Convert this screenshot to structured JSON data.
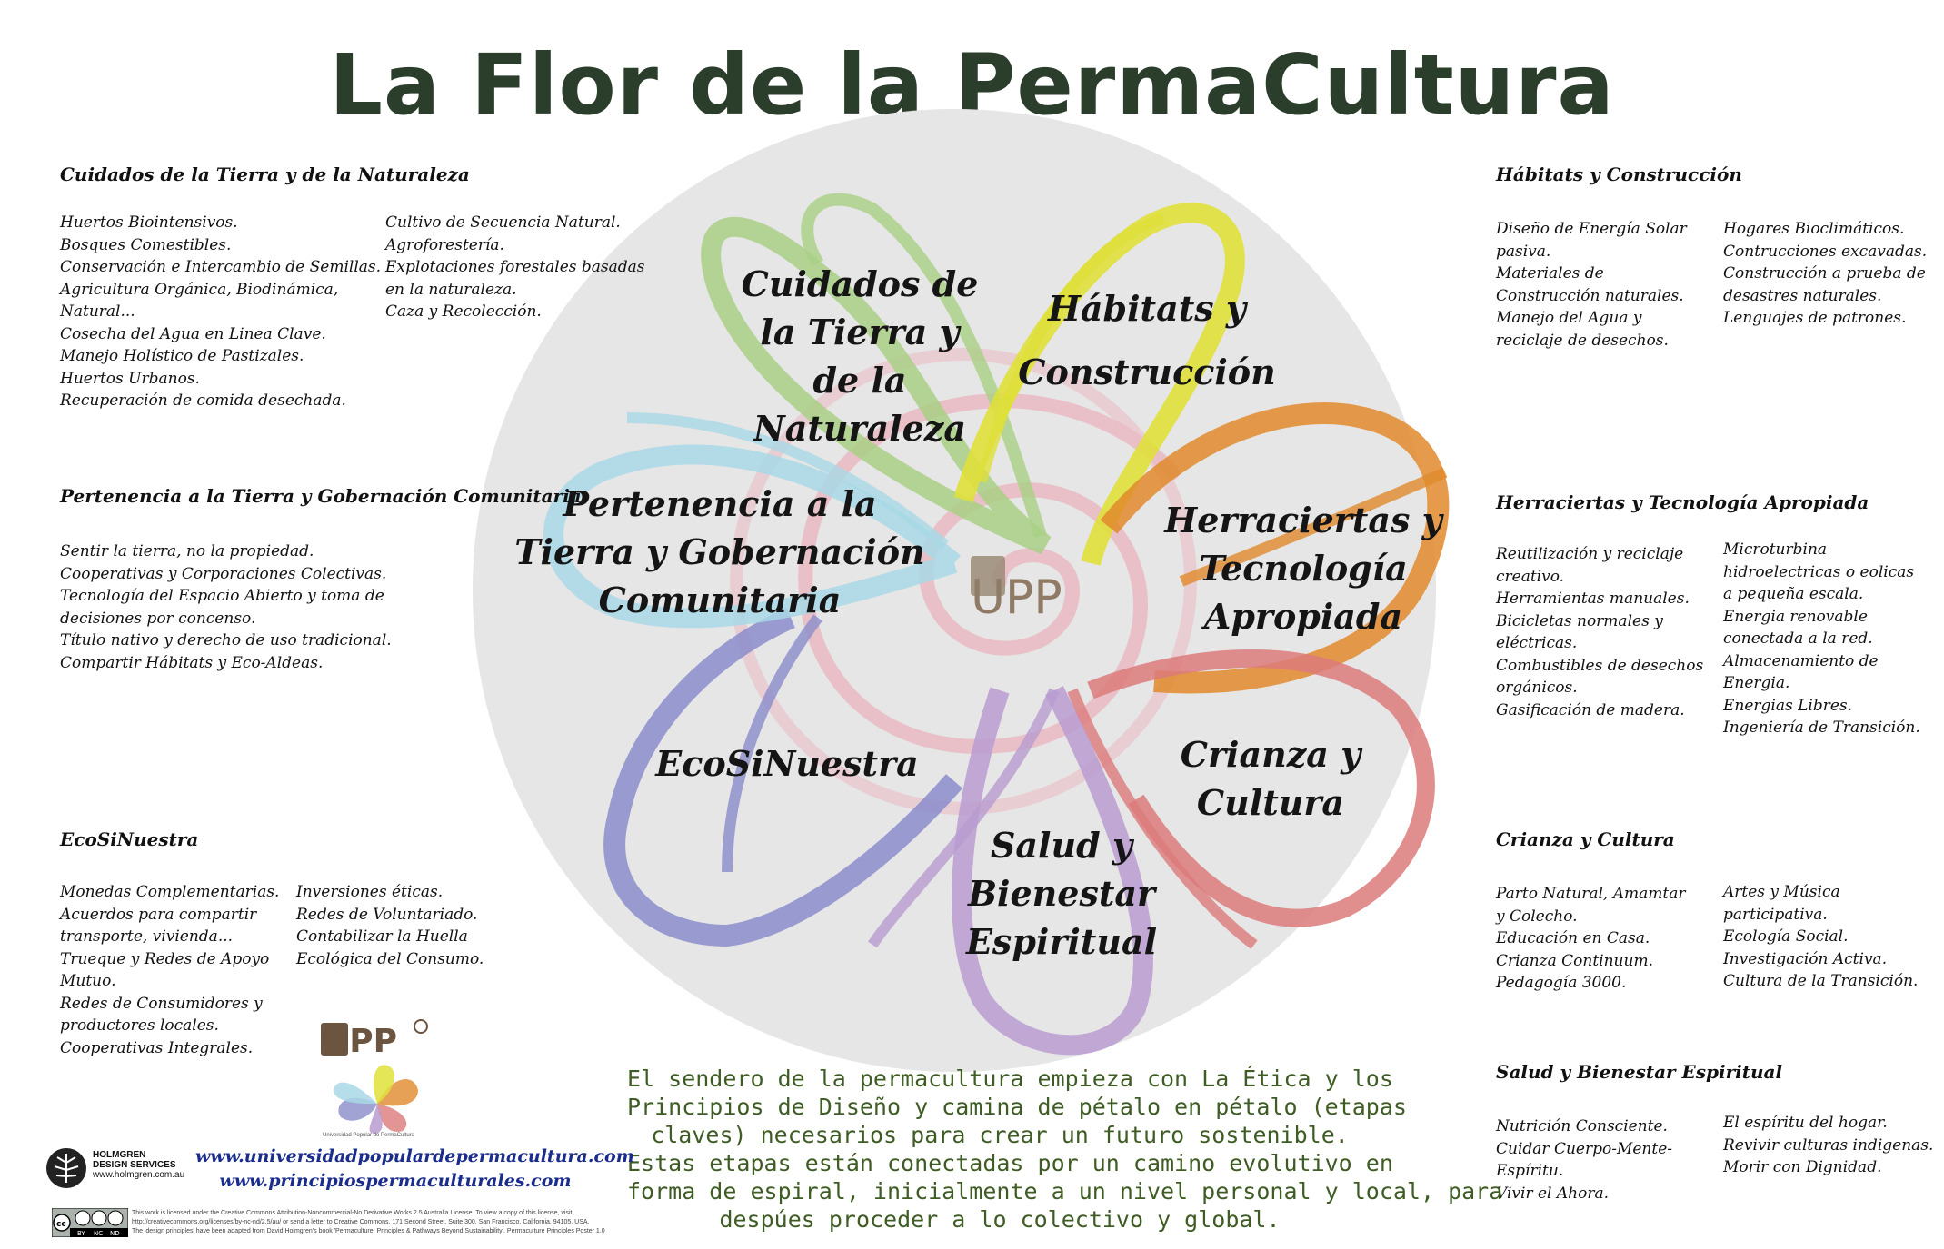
{
  "title": "La Flor de la PermaCultura",
  "center_logo": "UPP",
  "petals": [
    {
      "name": "cuidados",
      "label_lines": [
        "Cuidados de",
        "la Tierra y",
        "de la",
        "Naturaleza"
      ],
      "color": "#a9cf85"
    },
    {
      "name": "habitats",
      "label_lines": [
        "Hábitats y",
        "Construcción"
      ],
      "color": "#dfe03a"
    },
    {
      "name": "herraciertas",
      "label_lines": [
        "Herraciertas y",
        "Tecnología",
        "Apropiada"
      ],
      "color": "#e08a2c"
    },
    {
      "name": "crianza",
      "label_lines": [
        "Crianza y",
        "Cultura"
      ],
      "color": "#dc7a7a"
    },
    {
      "name": "salud",
      "label_lines": [
        "Salud y",
        "Bienestar",
        "Espiritual"
      ],
      "color": "#b89bd0"
    },
    {
      "name": "ecosinuestra",
      "label_lines": [
        "EcoSiNuestra"
      ],
      "color": "#8b8ccb"
    },
    {
      "name": "pertenencia",
      "label_lines": [
        "Pertenencia a la",
        "Tierra y Gobernación",
        "Comunitaria"
      ],
      "color": "#a8d8e6"
    }
  ],
  "sections": {
    "cuidados": {
      "title": "Cuidados de la Tierra y de la Naturaleza",
      "col1": [
        "Huertos Biointensivos.",
        "Bosques Comestibles.",
        "Conservación e Intercambio de Semillas.",
        "Agricultura Orgánica, Biodinámica,",
        "Natural...",
        "Cosecha del Agua en Linea Clave.",
        "Manejo Holístico de Pastizales.",
        "Huertos Urbanos.",
        "Recuperación de comida desechada."
      ],
      "col2": [
        "Cultivo de Secuencia Natural.",
        "Agroforestería.",
        "Explotaciones forestales basadas",
        "en la naturaleza.",
        "Caza y Recolección."
      ]
    },
    "pertenencia": {
      "title": "Pertenencia a la Tierra y Gobernación Comunitaria",
      "col1": [
        "Sentir la tierra, no la propiedad.",
        "Cooperativas y Corporaciones Colectivas.",
        "Tecnología del Espacio Abierto y toma de",
        "decisiones por concenso.",
        "Título nativo y derecho de uso tradicional.",
        "Compartir Hábitats y Eco-Aldeas."
      ]
    },
    "ecosinuestra": {
      "title": "EcoSiNuestra",
      "col1": [
        "Monedas Complementarias.",
        "Acuerdos para compartir",
        "transporte, vivienda...",
        "Trueque y Redes de Apoyo",
        "Mutuo.",
        "Redes de Consumidores y",
        "productores locales.",
        "Cooperativas Integrales."
      ],
      "col2": [
        "Inversiones éticas.",
        "Redes de Voluntariado.",
        "Contabilizar la Huella",
        "Ecológica del Consumo."
      ]
    },
    "habitats": {
      "title": "Hábitats y Construcción",
      "col1": [
        "Diseño de Energía Solar",
        "pasiva.",
        "Materiales de",
        "Construcción naturales.",
        "Manejo del Agua y",
        "reciclaje de desechos."
      ],
      "col2": [
        "Hogares Bioclimáticos.",
        "Contrucciones excavadas.",
        "Construcción a prueba de",
        "desastres naturales.",
        "Lenguajes de patrones."
      ]
    },
    "herraciertas": {
      "title": "Herraciertas y Tecnología Apropiada",
      "col1": [
        "Reutilización y reciclaje",
        "creativo.",
        "Herramientas manuales.",
        "Bicicletas normales y",
        "eléctricas.",
        "Combustibles de desechos",
        "orgánicos.",
        "Gasificación de madera."
      ],
      "col2": [
        "Microturbina",
        "hidroelectricas o eolicas",
        "a pequeña escala.",
        "Energia renovable",
        "conectada a la red.",
        "Almacenamiento de",
        "Energia.",
        "Energias Libres.",
        "Ingeniería de Transición."
      ]
    },
    "crianza": {
      "title": "Crianza  y Cultura",
      "col1": [
        "Parto Natural, Amamtar",
        "y Colecho.",
        "Educación en Casa.",
        "Crianza Continuum.",
        "Pedagogía 3000."
      ],
      "col2": [
        "Artes y Música",
        "participativa.",
        "Ecología Social.",
        "Investigación Activa.",
        "Cultura de la Transición."
      ]
    },
    "salud": {
      "title": "Salud y Bienestar Espiritual",
      "col1": [
        "Nutrición Consciente.",
        "Cuidar Cuerpo-Mente-",
        "Espíritu.",
        "Vivir el Ahora."
      ],
      "col2": [
        "El espíritu del hogar.",
        "Revivir culturas indigenas.",
        "Morir con Dignidad."
      ]
    }
  },
  "bottom_text": [
    "El sendero de la permacultura empieza con La Ética y los",
    "Principios de Diseño y camina de pétalo en pétalo (etapas",
    "claves) necesarios para crear un futuro sostenible.",
    "Estas etapas están conectadas por un camino evolutivo en",
    "forma de espiral, inicialmente a un nivel personal y local, para",
    "despúes proceder a lo colectivo y global."
  ],
  "urls": [
    "www.universidadpopulardepermacultura.com",
    "www.principiospermaculturales.com"
  ],
  "holmgren": [
    "HOLMGREN",
    "DESIGN SERVICES",
    "www.holmgren.com.au"
  ],
  "small_logo_caption": "Universidad Popular de PermaCultura",
  "license_lines": [
    "This work is licensed under the Creative Commons Attribution-Noncommercial-No Derivative Works 2.5 Australia License. To view a copy of this license, visit",
    "http://creativecommons.org/licenses/by-nc-nd/2.5/au/ or send a letter to Creative Commons, 171 Second Street, Suite 300, San Francisco, California, 94105, USA.",
    "The 'design principles' have been adapted from David Holmgren's book 'Permaculture: Principles & Pathways Beyond Sustainability'. Permaculture Principles Poster 1.0"
  ],
  "cc_badge": [
    "cc",
    "BY",
    "NC",
    "ND"
  ]
}
